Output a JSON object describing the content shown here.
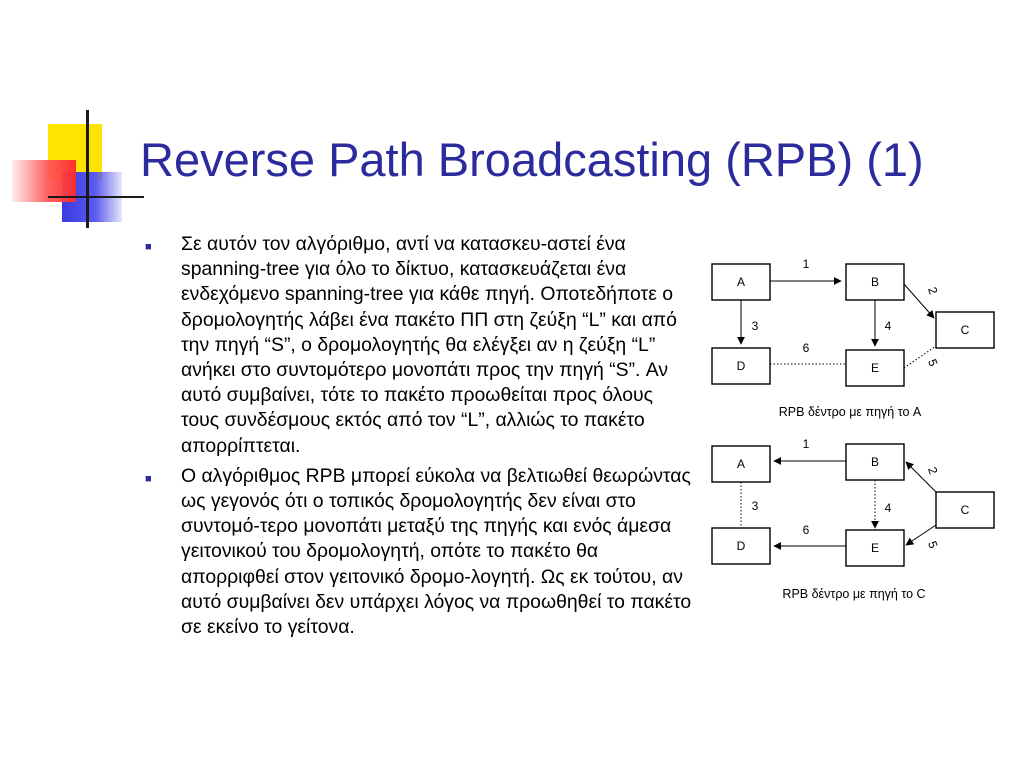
{
  "slide": {
    "title": "Reverse Path Broadcasting (RPB) (1)",
    "bullets": [
      "Σε αυτόν τον αλγόριθμο, αντί να κατασκευ-αστεί ένα spanning-tree για όλο το δίκτυο, κατασκευάζεται ένα ενδεχόμενο spanning-tree για κάθε πηγή. Οποτεδήποτε ο δρομολογητής λάβει ένα πακέτο ΠΠ στη ζεύξη “L” και από την πηγή “S”, ο δρομολογητής θα ελέγξει αν η ζεύξη “L” ανήκει στο συντομότερο μονοπάτι προς την πηγή “S”. Αν αυτό συμβαίνει, τότε το πακέτο προωθείται προς όλους τους συνδέσμους εκτός από τον “L”, αλλιώς το πακέτο απορρίπτεται.",
      "Ο αλγόριθμος RPB μπορεί εύκολα να βελτιωθεί θεωρώντας ως γεγονός ότι ο τοπικός δρομολογητής δεν είναι στο συντομό-τερο μονοπάτι μεταξύ της πηγής και ενός άμεσα γειτονικού του δρομολογητή, οπότε το πακέτο θα απορριφθεί στον γειτονικό δρομο-λογητή. Ως εκ τούτου, αν αυτό συμβαίνει δεν υπάρχει λόγος να προωθηθεί το πακέτο σε εκείνο το γείτονα."
    ]
  },
  "diagrams": [
    {
      "caption": "RPB δέντρο με πηγή το A",
      "nodes": {
        "A": "A",
        "B": "B",
        "C": "C",
        "D": "D",
        "E": "E"
      },
      "edges": {
        "ab": "1",
        "bc": "2",
        "ad": "3",
        "be": "4",
        "ec": "5",
        "de": "6"
      }
    },
    {
      "caption": "RPB δέντρο με πηγή το C",
      "nodes": {
        "A": "A",
        "B": "B",
        "C": "C",
        "D": "D",
        "E": "E"
      },
      "edges": {
        "ab": "1",
        "bc": "2",
        "ad": "3",
        "be": "4",
        "ec": "5",
        "de": "6"
      }
    }
  ]
}
